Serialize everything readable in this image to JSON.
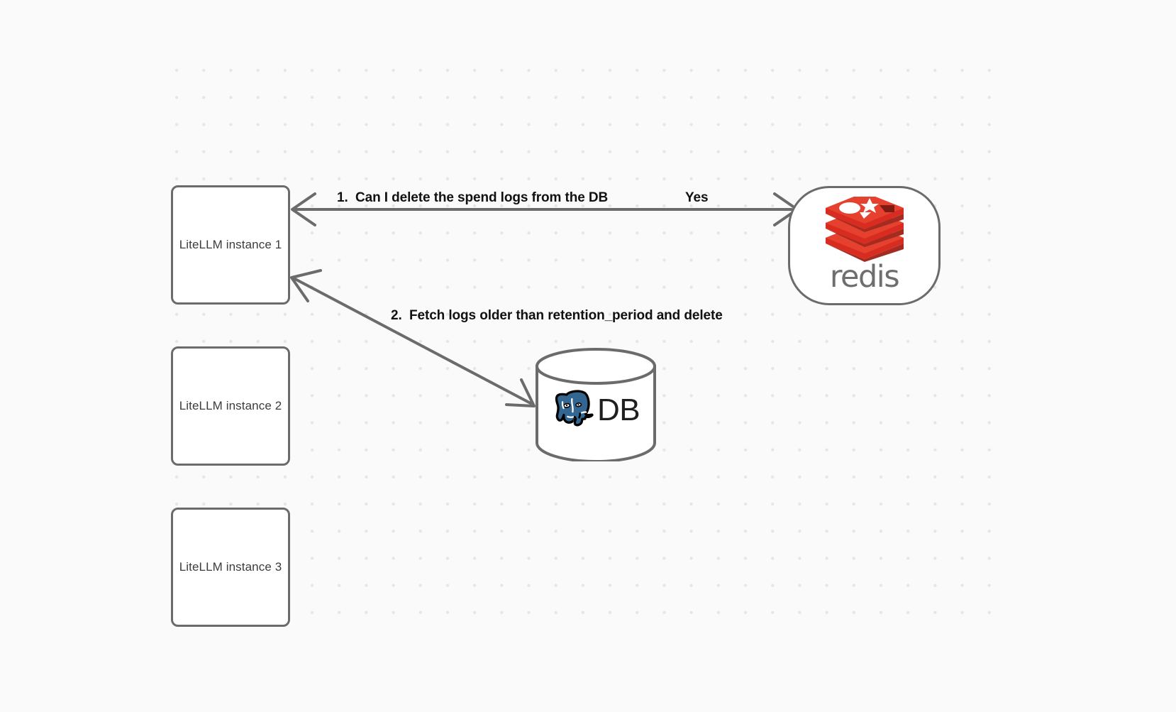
{
  "diagram": {
    "title": "LiteLLM spend log deletion flow",
    "background_color": "#fafafa",
    "grid": "dot-grid",
    "stroke_color": "#6b6b6b"
  },
  "nodes": {
    "litellm_instances": [
      {
        "id": "litellm-1",
        "label": "LiteLLM instance 1"
      },
      {
        "id": "litellm-2",
        "label": "LiteLLM instance 2"
      },
      {
        "id": "litellm-3",
        "label": "LiteLLM instance 3"
      }
    ],
    "redis": {
      "id": "redis",
      "wordmark": "redis",
      "logo_color": "#d82c20",
      "wordmark_color": "#6e6e6e"
    },
    "database": {
      "id": "postgres-db",
      "label": "DB",
      "logo_color": "#336791"
    }
  },
  "edges": [
    {
      "id": "edge-litellm-redis",
      "label": "1.  Can I delete the spend logs from the DB",
      "answer_label": "Yes",
      "from": "litellm-1",
      "to": "redis",
      "direction": "bidirectional"
    },
    {
      "id": "edge-litellm-db",
      "label": "2.  Fetch logs older than retention_period and delete",
      "from": "litellm-1",
      "to": "postgres-db",
      "direction": "bidirectional"
    }
  ]
}
